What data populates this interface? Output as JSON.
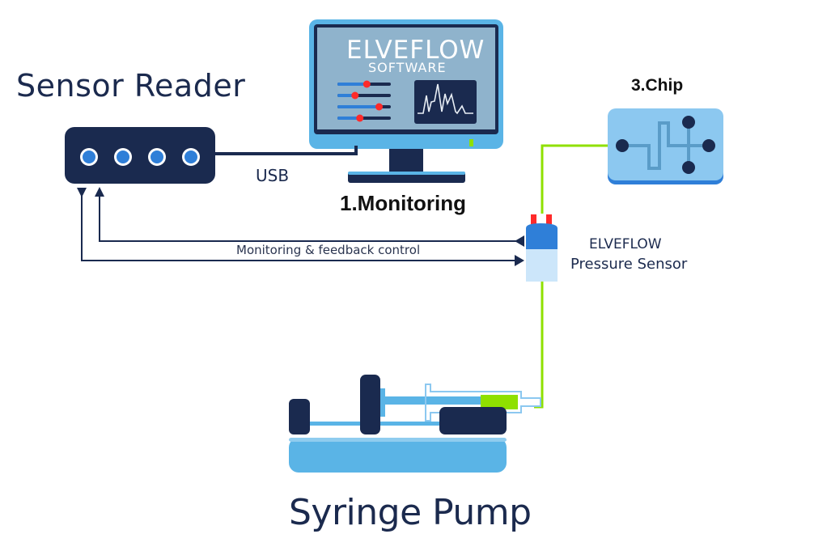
{
  "title": "Elveflow syringe pump pressure monitoring setup",
  "components": {
    "sensor_reader": {
      "label": "Sensor Reader",
      "port_count": 4
    },
    "computer": {
      "title": "ELVEFLOW",
      "subtitle": "SOFTWARE",
      "caption": "1.Monitoring",
      "slider_levels": [
        0.55,
        0.33,
        0.78,
        0.42
      ]
    },
    "cable": {
      "label": "USB"
    },
    "chip": {
      "label": "3.Chip"
    },
    "pressure_sensor": {
      "name": "ELVEFLOW",
      "description": "Pressure Sensor"
    },
    "feedback": {
      "label": "Monitoring & feedback control"
    },
    "syringe_pump": {
      "label": "Syringe Pump"
    }
  },
  "colors": {
    "navy": "#1a2a4f",
    "light_blue": "#5ab4e6",
    "screen_blue": "#8fb3cc",
    "fluid_green": "#8fe000",
    "marker_red": "#ff2a2a",
    "port_blue": "#2f7fd8"
  }
}
